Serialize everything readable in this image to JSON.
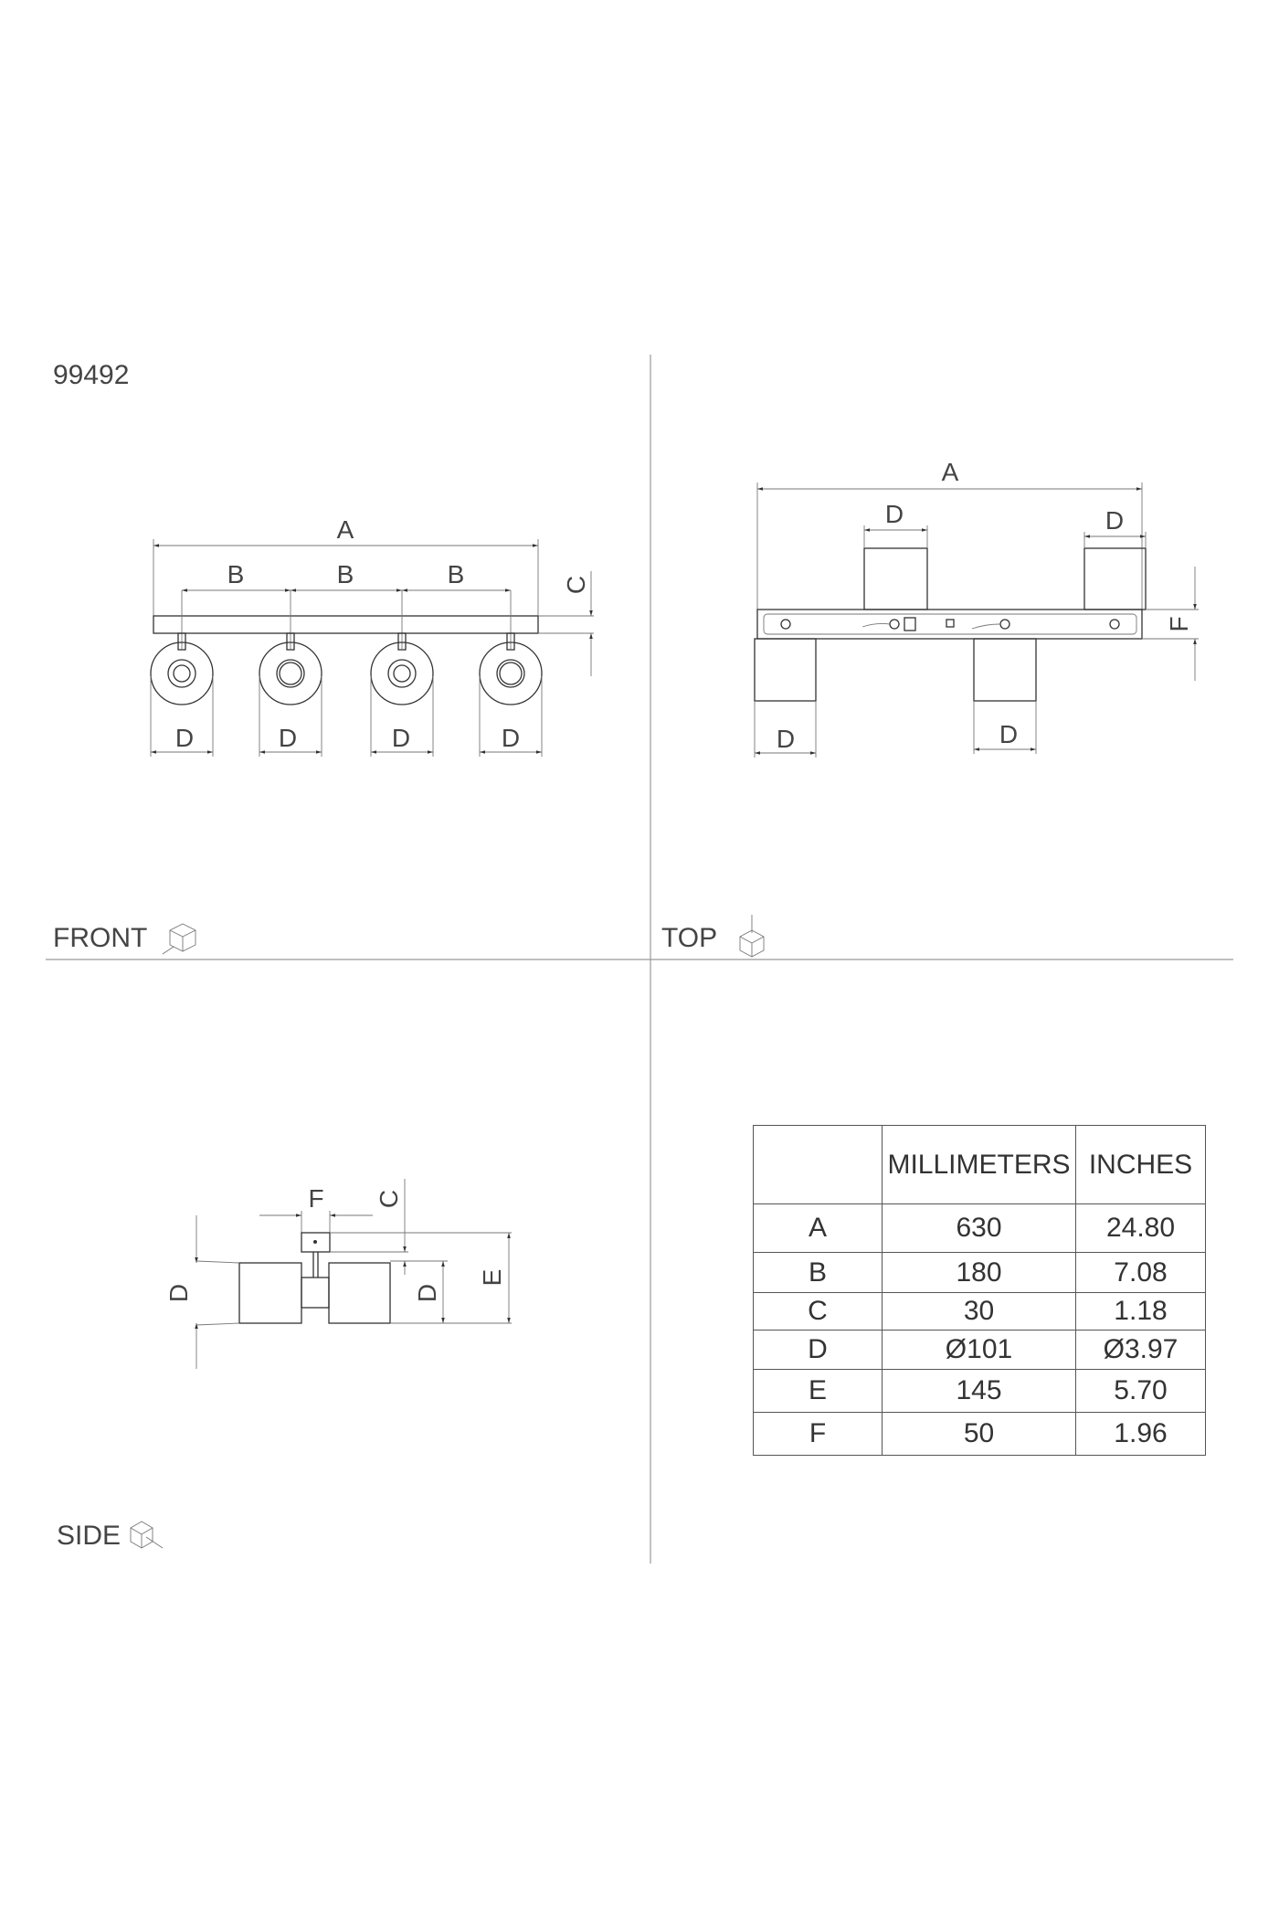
{
  "product_code": "99492",
  "views": {
    "front": "FRONT",
    "top": "TOP",
    "side": "SIDE"
  },
  "dim_labels": {
    "a": "A",
    "b": "B",
    "c": "C",
    "d": "D",
    "e": "E",
    "f": "F"
  },
  "table": {
    "headers": [
      "",
      "MILLIMETERS",
      "INCHES"
    ],
    "rows": [
      [
        "A",
        "630",
        "24.80"
      ],
      [
        "B",
        "180",
        "7.08"
      ],
      [
        "C",
        "30",
        "1.18"
      ],
      [
        "D",
        "Ø101",
        "Ø3.97"
      ],
      [
        "E",
        "145",
        "5.70"
      ],
      [
        "F",
        "50",
        "1.96"
      ]
    ]
  }
}
